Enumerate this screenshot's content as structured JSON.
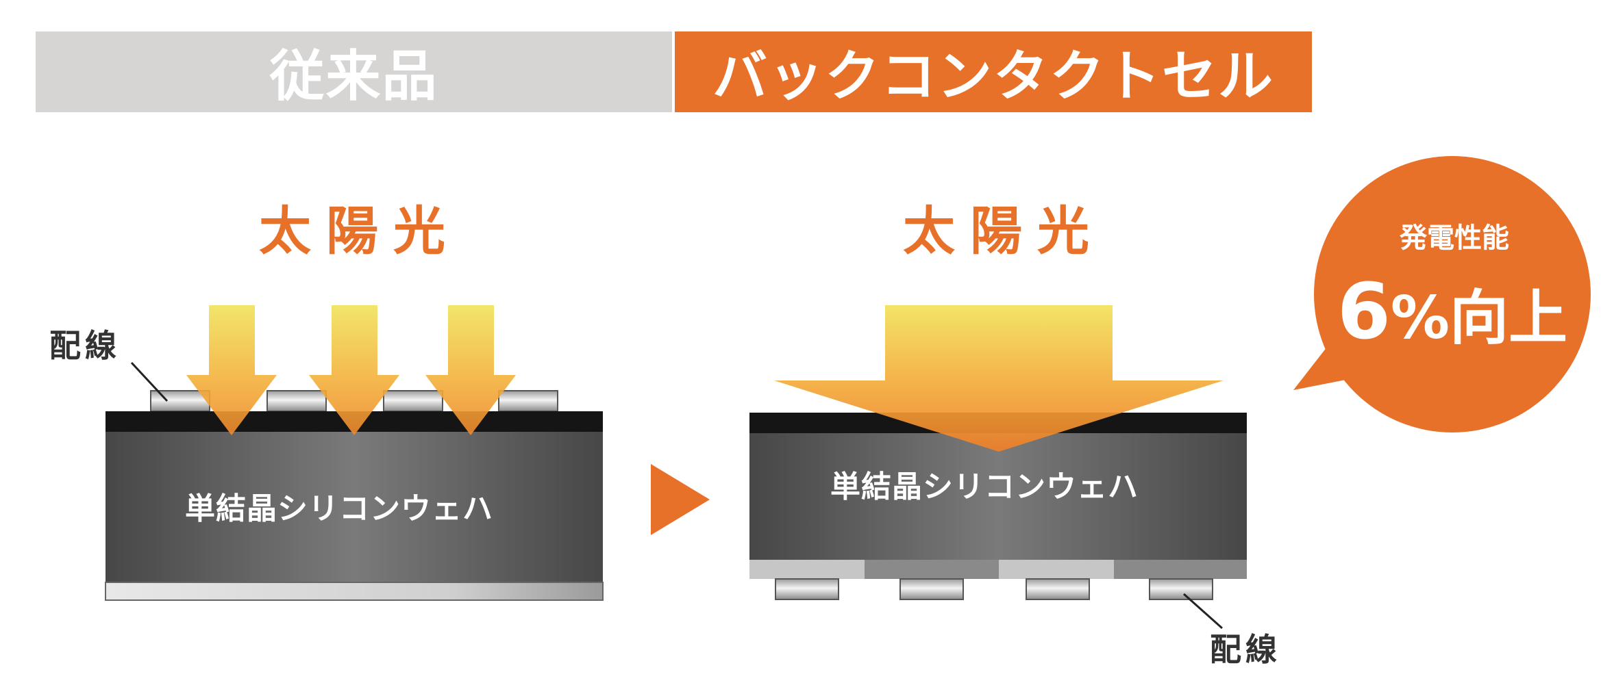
{
  "header": {
    "left_label": "従来品",
    "right_label": "バックコンタクトセル"
  },
  "left_panel": {
    "sunlight_label": "太陽光",
    "wiring_label": "配線",
    "wafer_label": "単結晶シリコンウェハ"
  },
  "right_panel": {
    "sunlight_label": "太陽光",
    "wiring_label": "配線",
    "wafer_label": "単結晶シリコンウェハ"
  },
  "callout": {
    "line1": "発電性能",
    "number": "6",
    "suffix": "%向上"
  },
  "colors": {
    "accent_orange": "#e8712a",
    "header_gray": "#d6d5d4",
    "wafer_dark": "#5a5a5a",
    "layer_black": "#151515"
  }
}
